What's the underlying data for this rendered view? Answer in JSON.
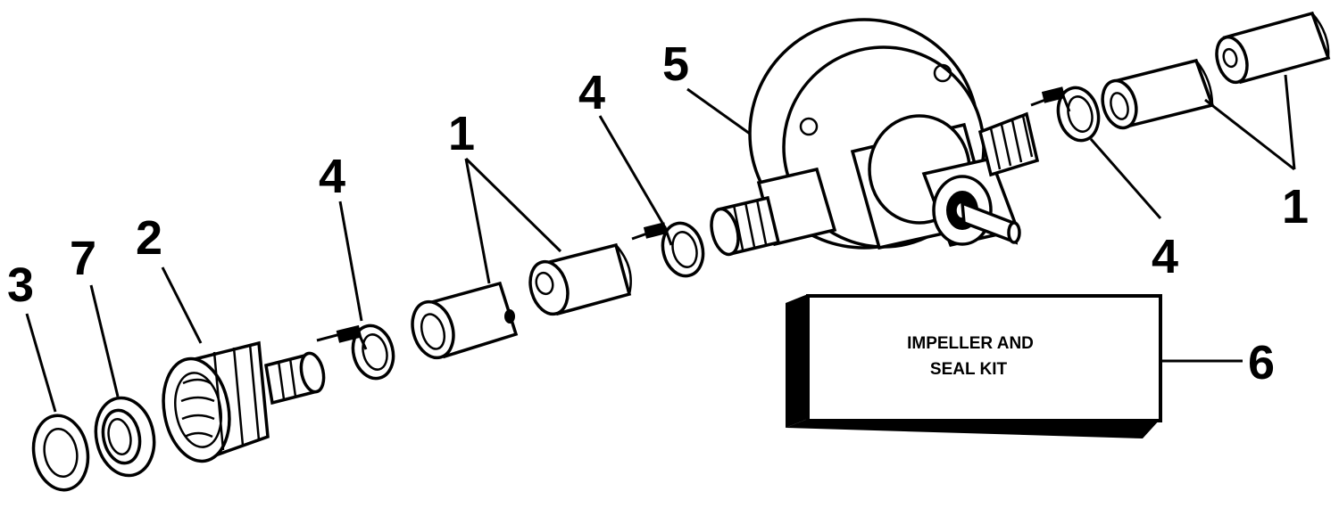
{
  "callouts": {
    "washer_left": "3",
    "washer_right": "7",
    "fitting": "2",
    "clamp_a": "4",
    "hose_a": "1",
    "clamp_b": "4",
    "pump": "5",
    "clamp_c": "4",
    "hose_b": "1",
    "kit": "6"
  },
  "kit_box": {
    "line1": "IMPELLER AND",
    "line2": "SEAL KIT"
  }
}
